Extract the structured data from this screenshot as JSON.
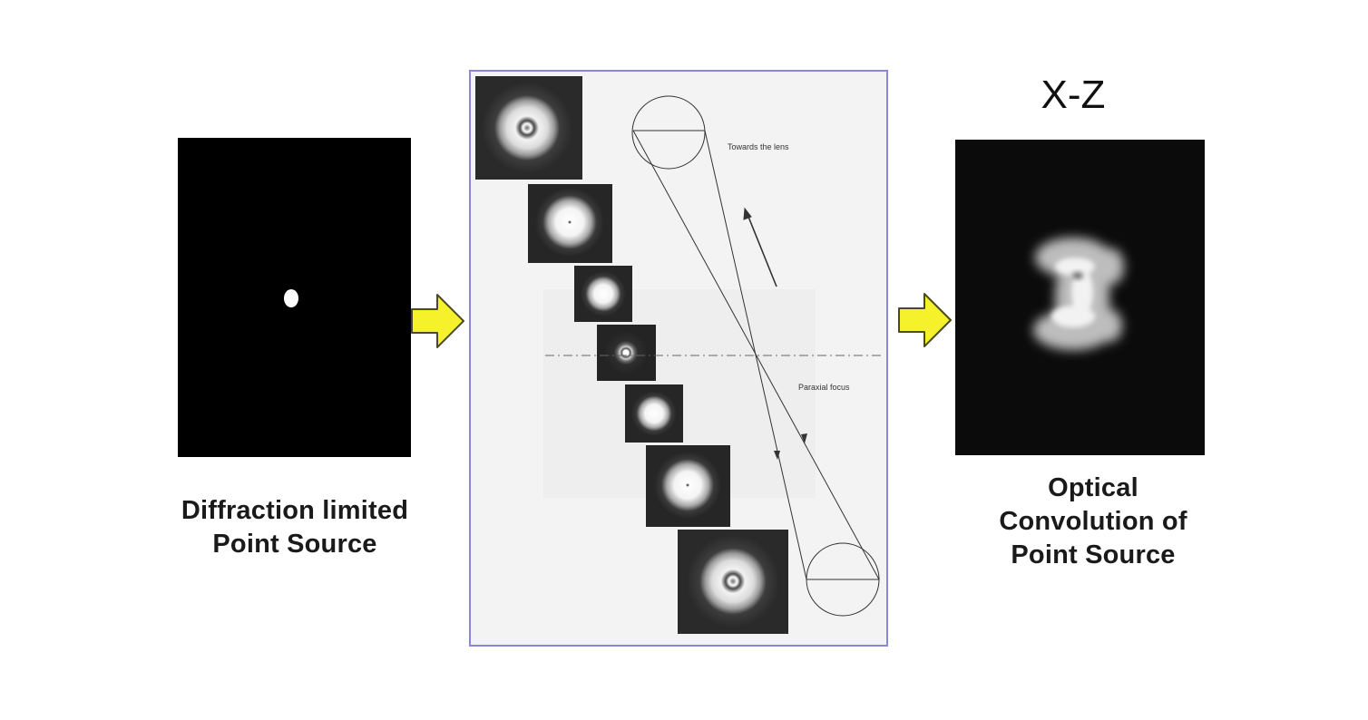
{
  "left_caption": [
    "Diffraction limited",
    "Point Source"
  ],
  "right_caption": [
    "Optical",
    "Convolution of",
    "Point Source"
  ],
  "right_heading": "X-Z",
  "diagram_labels": {
    "towards_lens": "Towards the lens",
    "paraxial_focus": "Paraxial focus"
  },
  "colors": {
    "arrow_fill": "#f5f12a",
    "arrow_stroke": "#4a4a2a",
    "frame_border": "#8a86d9"
  },
  "icons": [
    "right-arrow-icon",
    "right-arrow-icon"
  ]
}
